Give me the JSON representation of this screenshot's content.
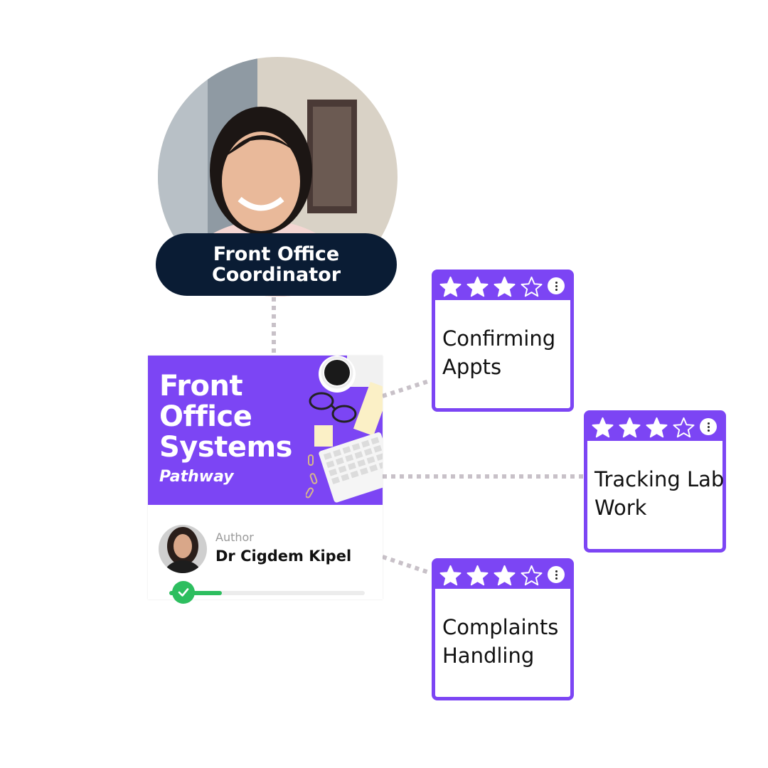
{
  "role": {
    "title": "Front Office Coordinator"
  },
  "pathway": {
    "title": "Front Office Systems",
    "subtitle": "Pathway",
    "author_label": "Author",
    "author_name": "Dr Cigdem Kipel",
    "progress": 0.27,
    "completed": true
  },
  "skills": [
    {
      "title": "Confirming Appts",
      "rating": 3,
      "max_rating": 4
    },
    {
      "title": "Tracking Lab Work",
      "rating": 3,
      "max_rating": 4
    },
    {
      "title": "Complaints Handling",
      "rating": 3,
      "max_rating": 4
    }
  ],
  "colors": {
    "accent": "#7c45f4",
    "role_pill": "#0a1c34",
    "progress": "#2dbe5f",
    "connector": "#c8c1c8"
  },
  "icons": [
    "star-filled-icon",
    "star-outline-icon",
    "more-options-icon",
    "checkmark-icon"
  ]
}
